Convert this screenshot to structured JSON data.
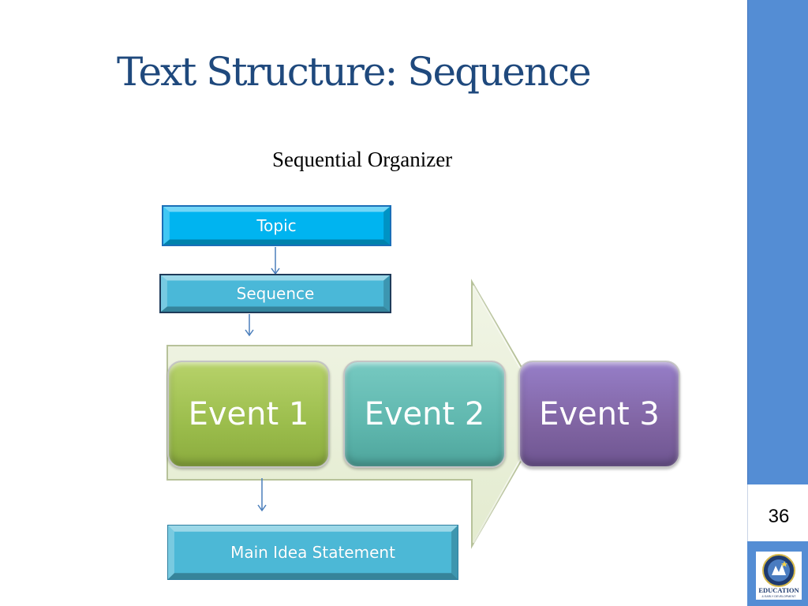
{
  "slide": {
    "title": "Text Structure: Sequence",
    "subtitle": "Sequential Organizer",
    "page_number": "36"
  },
  "diagram": {
    "topic_label": "Topic",
    "sequence_label": "Sequence",
    "events": [
      "Event 1",
      "Event 2",
      "Event 3"
    ],
    "main_idea_label": "Main Idea Statement"
  },
  "logo": {
    "text_line1": "EDUCATION",
    "text_line2": "& EARLY DEVELOPMENT",
    "icon": "state-seal-logo"
  },
  "colors": {
    "title": "#1f497d",
    "sidebar": "#548dd4",
    "topic_box": "#00b4f0",
    "sequence_box": "#4ab8d8",
    "main_idea_box": "#4cb8d6",
    "event1": "#9bbb59",
    "event2": "#5fb7ae",
    "event3": "#8064a2",
    "big_arrow_fill": "#ebf1de"
  }
}
